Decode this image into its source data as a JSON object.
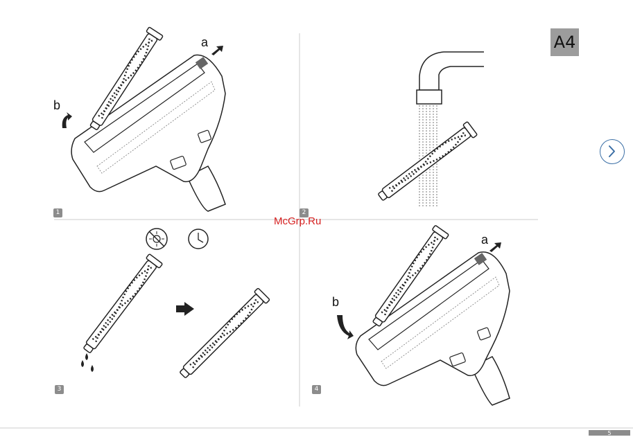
{
  "section_badge": "A4",
  "watermark": "McGrp.Ru",
  "page_number": "5",
  "steps": [
    {
      "number": "1",
      "labels": [
        "a",
        "b"
      ]
    },
    {
      "number": "2",
      "labels": []
    },
    {
      "number": "3",
      "labels": []
    },
    {
      "number": "4",
      "labels": [
        "a",
        "b"
      ]
    }
  ],
  "icons": [
    "no-sun-icon",
    "clock-icon",
    "water-drops-icon",
    "arrow-right-icon"
  ],
  "colors": {
    "badge": "#9c9c9c",
    "nav": "#3a6ea5",
    "watermark": "#d62020",
    "line": "#222222"
  }
}
